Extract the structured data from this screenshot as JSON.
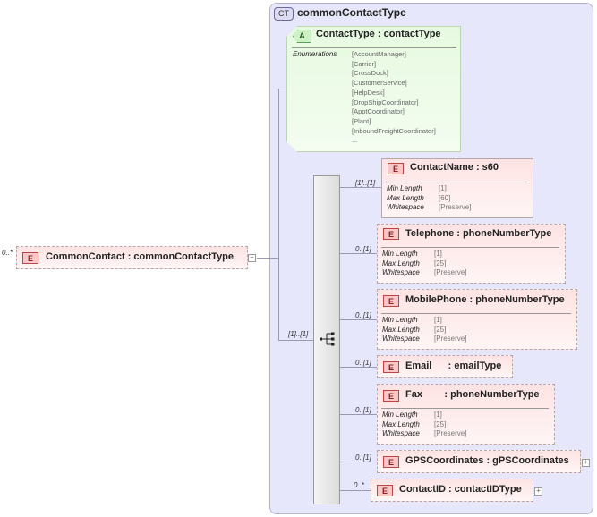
{
  "complex_type": {
    "badge": "CT",
    "name": "commonContactType"
  },
  "root": {
    "badge": "E",
    "name": "CommonContact : commonContactType",
    "multiplicity": "0..*"
  },
  "attribute": {
    "badge": "A",
    "name": "ContactType : contactType",
    "enum_label": "Enumerations",
    "enumerations": [
      "[AccountManager]",
      "[Carrier]",
      "[CrossDock]",
      "[CustomerService]",
      "[HelpDesk]",
      "[DropShipCoordinator]",
      "[ApptCoordinator]",
      "[Plant]",
      "[InboundFreightCoordinator]",
      "..."
    ]
  },
  "sequence": {
    "multiplicity": "[1]..[1]"
  },
  "elements": [
    {
      "badge": "E",
      "name": "ContactName : s60",
      "multiplicity": "[1]..[1]",
      "facets": [
        {
          "key": "Min Length",
          "value": "[1]"
        },
        {
          "key": "Max Length",
          "value": "[60]"
        },
        {
          "key": "Whitespace",
          "value": "[Preserve]"
        }
      ]
    },
    {
      "badge": "E",
      "name": "Telephone : phoneNumberType",
      "multiplicity": "0..[1]",
      "facets": [
        {
          "key": "Min Length",
          "value": "[1]"
        },
        {
          "key": "Max Length",
          "value": "[25]"
        },
        {
          "key": "Whitespace",
          "value": "[Preserve]"
        }
      ]
    },
    {
      "badge": "E",
      "name": "MobilePhone : phoneNumberType",
      "multiplicity": "0..[1]",
      "facets": [
        {
          "key": "Min Length",
          "value": "[1]"
        },
        {
          "key": "Max Length",
          "value": "[25]"
        },
        {
          "key": "Whitespace",
          "value": "[Preserve]"
        }
      ]
    },
    {
      "badge": "E",
      "name": "Email      : emailType",
      "multiplicity": "0..[1]"
    },
    {
      "badge": "E",
      "name": "Fax        : phoneNumberType",
      "multiplicity": "0..[1]",
      "facets": [
        {
          "key": "Min Length",
          "value": "[1]"
        },
        {
          "key": "Max Length",
          "value": "[25]"
        },
        {
          "key": "Whitespace",
          "value": "[Preserve]"
        }
      ]
    },
    {
      "badge": "E",
      "name": "GPSCoordinates : gPSCoordinates",
      "multiplicity": "0..[1]"
    },
    {
      "badge": "E",
      "name": "ContactID : contactIDType",
      "multiplicity": "0..*"
    }
  ],
  "icons": {
    "expand": "plus-icon",
    "collapse": "minus-icon",
    "sequence": "sequence-icon"
  }
}
